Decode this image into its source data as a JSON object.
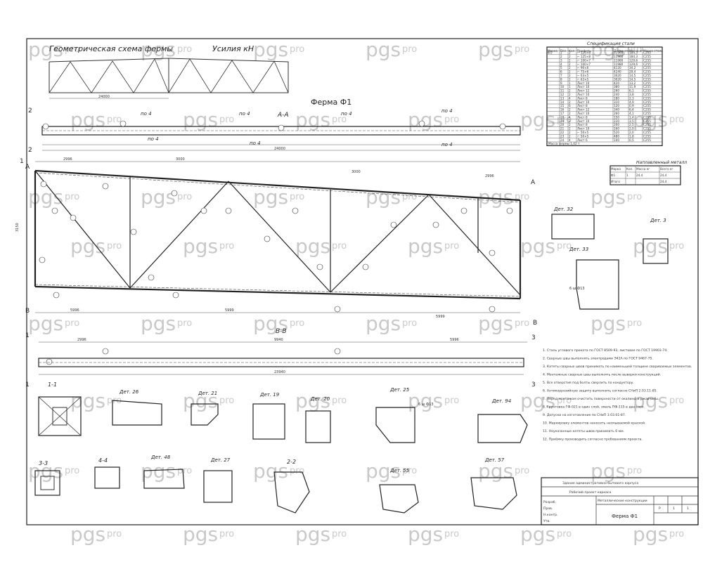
{
  "watermark": {
    "brand": "pgs",
    "suffix": "pro"
  },
  "geometric_scheme": {
    "title": "Геометрическая схема фермы",
    "forces_title": "Усилия кН",
    "span": "24000"
  },
  "main_title": "Ферма Ф1",
  "sections": {
    "aa": "А-А",
    "bb": "В-В",
    "s11": "1-1",
    "s22": "2-2",
    "s33": "3-3",
    "s44": "4-4",
    "po4": "по 4"
  },
  "axis_marks": {
    "a": "А",
    "b": "В",
    "one": "1",
    "two": "2",
    "three": "3"
  },
  "dimensions": {
    "top_total": "24000",
    "bottom_total": "23940",
    "top_panels": [
      "2996",
      "3000",
      "3000",
      "2996"
    ],
    "bottom_panels": [
      "5996",
      "5999",
      "5999"
    ],
    "height": "3150",
    "bb_total": "9940",
    "bb_left": "2996",
    "bb_right": "5996"
  },
  "details": {
    "d3": "Дет. 3",
    "d19": "Дет. 19",
    "d20": "Дет. 20",
    "d21": "Дет. 21",
    "d25": "Дет. 25",
    "d26": "Дет. 26",
    "d27": "Дет. 27",
    "d32": "Дет. 32",
    "d33": "Дет. 33",
    "d48": "Дет. 48",
    "d55": "Дет. 55",
    "d57": "Дет. 57",
    "d94": "Дет. 94"
  },
  "weld_label": "6 ш Ф13",
  "spec_table": {
    "title": "Спецификация стали",
    "headers": [
      "Марка",
      "Поз.",
      "Кол.",
      "Профиль",
      "Длина мм",
      "Масса кг",
      "Марка стали"
    ],
    "rows": [
      [
        "Ф1",
        "1",
        "2",
        "⌐ 125×8",
        "11960",
        "184,3",
        "С255"
      ],
      [
        "",
        "2",
        "2",
        "⌐ 125×8",
        "11960",
        "184,3",
        "С255"
      ],
      [
        "",
        "3",
        "2",
        "⌐ 100×7",
        "11980",
        "129,6",
        "С255"
      ],
      [
        "",
        "4",
        "2",
        "⌐ 100×7",
        "11980",
        "129,6",
        "С255"
      ],
      [
        "",
        "5",
        "2",
        "⌐ 90×6",
        "4120",
        "34,2",
        "С255"
      ],
      [
        "",
        "6",
        "2",
        "⌐ 75×6",
        "4240",
        "29,4",
        "С255"
      ],
      [
        "",
        "7",
        "2",
        "⌐ 63×5",
        "3020",
        "14,5",
        "С255"
      ],
      [
        "",
        "8",
        "2",
        "⌐ 63×5",
        "3020",
        "14,5",
        "С255"
      ],
      [
        "",
        "9",
        "1",
        "Лист 10",
        "420",
        "13,2",
        "С255"
      ],
      [
        "",
        "10",
        "1",
        "Лист 10",
        "380",
        "11,9",
        "С255"
      ],
      [
        "",
        "11",
        "2",
        "Лист 12",
        "260",
        "6,1",
        "С255"
      ],
      [
        "",
        "12",
        "2",
        "Лист 10",
        "240",
        "3,8",
        "С255"
      ],
      [
        "",
        "13",
        "4",
        "Лист 8",
        "180",
        "2,3",
        "С255"
      ],
      [
        "",
        "14",
        "2",
        "Лист 10",
        "310",
        "4,9",
        "С255"
      ],
      [
        "",
        "15",
        "6",
        "Лист 8",
        "120",
        "0,9",
        "С255"
      ],
      [
        "",
        "16",
        "2",
        "Лист 12",
        "340",
        "6,4",
        "С255"
      ],
      [
        "",
        "17",
        "2",
        "Лист 10",
        "260",
        "4,1",
        "С255"
      ],
      [
        "",
        "18",
        "4",
        "Лист 8",
        "150",
        "1,4",
        "С255"
      ],
      [
        "",
        "19",
        "2",
        "Лист 10",
        "220",
        "3,5",
        "С255"
      ],
      [
        "",
        "20",
        "2",
        "Лист 8",
        "200",
        "2,5",
        "С255"
      ],
      [
        "",
        "21",
        "2",
        "Лист 10",
        "160",
        "2,0",
        "С255"
      ],
      [
        "",
        "22",
        "2",
        "⌐ 50×5",
        "520",
        "2,0",
        "С255"
      ],
      [
        "",
        "23",
        "2",
        "⌐ 50×5",
        "480",
        "1,8",
        "С255"
      ],
      [
        "",
        "24",
        "4",
        "Лист 6",
        "100",
        "0,5",
        "С255"
      ]
    ],
    "total": "Масса фермы 1,42 т"
  },
  "weld_table": {
    "title": "Наплавленный металл",
    "headers": [
      "Марка",
      "Кол.",
      "Масса кг",
      "Всего кг"
    ],
    "rows": [
      [
        "Ф1",
        "1",
        "24,4",
        "24,4"
      ],
      [
        "Итого",
        "",
        "",
        "24,4"
      ]
    ]
  },
  "notes": [
    "1. Сталь углового проката по ГОСТ 8509-93, листовая по ГОСТ 19903-74.",
    "2. Сварные швы выполнять электродами Э42А по ГОСТ 9467-75.",
    "3. Катеты сварных швов принимать по наименьшей толщине свариваемых элементов.",
    "4. Монтажные сварные швы выполнять после выверки конструкций.",
    "5. Все отверстия под болты сверлить по кондуктору.",
    "6. Антикоррозийную защиту выполнить согласно СНиП 2.03.11-85.",
    "7. Перед монтажом очистить поверхности от окалины и ржавчины.",
    "8. Грунтовка ГФ-021 в один слой, эмаль ПФ-115 в два слоя.",
    "9. Допуски на изготовление по СНиП 3.03.01-87.",
    "10. Маркировку элементов наносить несмываемой краской.",
    "11. Неуказанные катеты швов принимать 6 мм.",
    "12. Приёмку производить согласно требованиям проекта."
  ],
  "title_block": {
    "project": "Здание административно-бытового корпуса",
    "object": "Рабочий проект каркаса",
    "sheet_name": "Металлические конструкции",
    "drawing": "Ферма Ф1",
    "stage": "Р",
    "sheet": "1",
    "sheets": "1",
    "roles": [
      "Разраб.",
      "Пров.",
      "Н.контр.",
      "Утв."
    ]
  }
}
